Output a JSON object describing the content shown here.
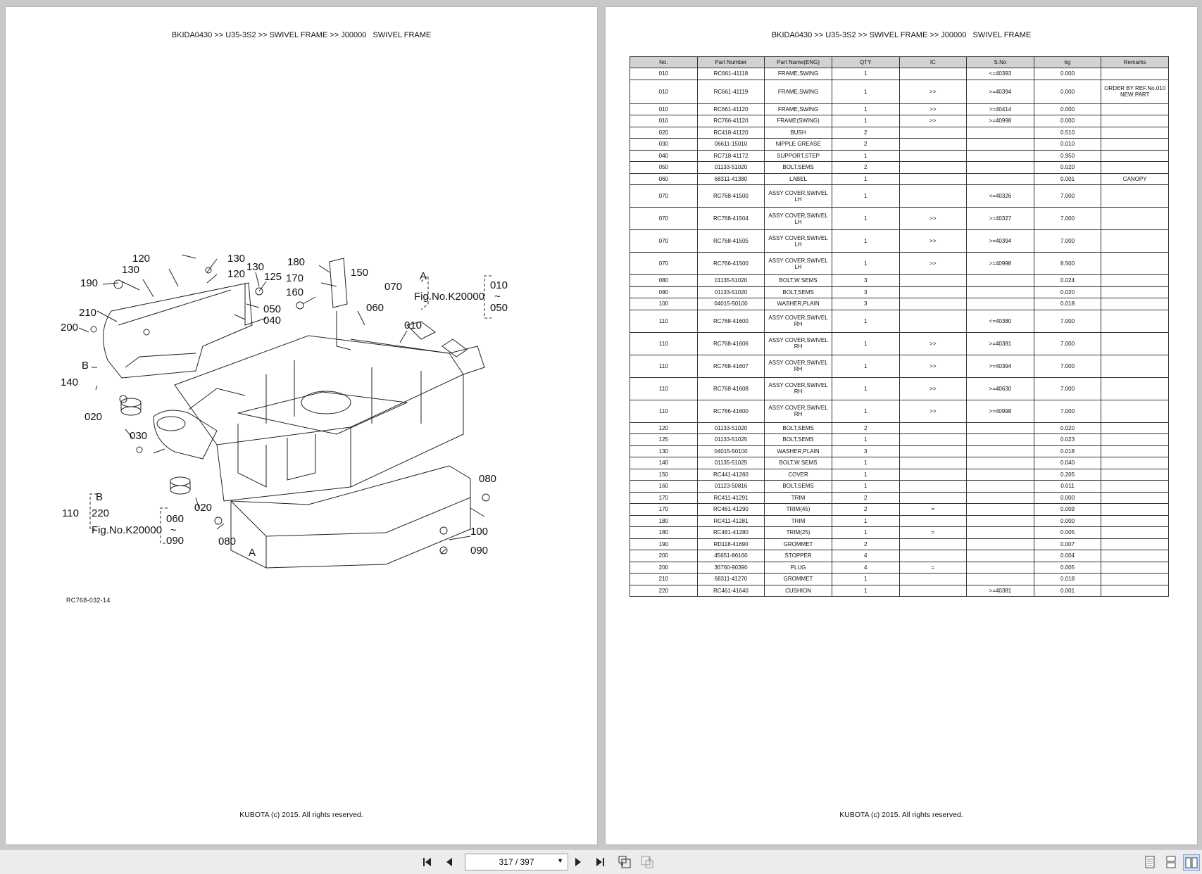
{
  "header": {
    "breadcrumb": "BKIDA0430 >> U35-3S2 >> SWIVEL FRAME >> J00000   SWIVEL FRAME"
  },
  "footer": {
    "copyright": "KUBOTA (c) 2015. All rights reserved."
  },
  "diagram": {
    "code": "RC768-032-14",
    "callouts": {
      "c220": "220",
      "c120a": "120",
      "c130a": "130",
      "c130b": "130",
      "c120b": "120",
      "c130c": "130",
      "c125": "125",
      "c180": "180",
      "c150": "150",
      "c170": "170",
      "c160": "160",
      "c050": "050",
      "c040": "040",
      "c190": "190",
      "c210": "210",
      "c200": "200",
      "cB": "B",
      "c140": "140",
      "c020a": "020",
      "c030": "030",
      "c070": "070",
      "cA": "A",
      "cFigA": "Fig.No.K20000",
      "c010": "010",
      "c010range": "010",
      "ctilde1": "~",
      "c050range": "050",
      "c060": "060",
      "c080a": "080",
      "cB2": "B",
      "c220b": "220",
      "c110": "110",
      "cFigB": "Fig.No.K20000",
      "c020b": "020",
      "c060range": "060",
      "ctilde2": "~",
      "c090range": "090",
      "c080b": "080",
      "cA2": "A",
      "c100": "100",
      "c090": "090"
    }
  },
  "table": {
    "columns": [
      "No.",
      "Part Number",
      "Part Name(ENG)",
      "QTY",
      "IC",
      "S.No",
      "kg",
      "Remarks"
    ],
    "rows": [
      [
        "010",
        "RC661-41118",
        "FRAME,SWING",
        "1",
        "",
        "<=40393",
        "0.000",
        ""
      ],
      [
        "010",
        "RC661-41119",
        "FRAME,SWING",
        "1",
        ">>",
        ">=40394",
        "0.000",
        "ORDER BY REF.No.010 NEW PART"
      ],
      [
        "010",
        "RC661-41120",
        "FRAME,SWING",
        "1",
        ">>",
        ">=40414",
        "0.000",
        ""
      ],
      [
        "010",
        "RC766-41120",
        "FRAME(SWING)",
        "1",
        ">>",
        ">=40998",
        "0.000",
        ""
      ],
      [
        "020",
        "RC418-41120",
        "BUSH",
        "2",
        "",
        "",
        "0.510",
        ""
      ],
      [
        "030",
        "06611-15010",
        "NIPPLE GREASE",
        "2",
        "",
        "",
        "0.010",
        ""
      ],
      [
        "040",
        "RC718-41172",
        "SUPPORT,STEP",
        "1",
        "",
        "",
        "0.950",
        ""
      ],
      [
        "050",
        "01133-51020",
        "BOLT,SEMS",
        "2",
        "",
        "",
        "0.020",
        ""
      ],
      [
        "060",
        "68311-41380",
        "LABEL",
        "1",
        "",
        "",
        "0.001",
        "CANOPY"
      ],
      [
        "070",
        "RC768-41500",
        "ASSY COVER,SWIVEL LH",
        "1",
        "",
        "<=40326",
        "7.000",
        ""
      ],
      [
        "070",
        "RC768-41504",
        "ASSY COVER,SWIVEL LH",
        "1",
        ">>",
        ">=40327",
        "7.000",
        ""
      ],
      [
        "070",
        "RC768-41505",
        "ASSY COVER,SWIVEL LH",
        "1",
        ">>",
        ">=40394",
        "7.000",
        ""
      ],
      [
        "070",
        "RC766-41500",
        "ASSY COVER,SWIVEL LH",
        "1",
        ">>",
        ">=40998",
        "8.500",
        ""
      ],
      [
        "080",
        "01135-51020",
        "BOLT,W SEMS",
        "3",
        "",
        "",
        "0.024",
        ""
      ],
      [
        "090",
        "01133-51020",
        "BOLT,SEMS",
        "3",
        "",
        "",
        "0.020",
        ""
      ],
      [
        "100",
        "04015-50100",
        "WASHER,PLAIN",
        "3",
        "",
        "",
        "0.018",
        ""
      ],
      [
        "110",
        "RC768-41600",
        "ASSY COVER,SWIVEL RH",
        "1",
        "",
        "<=40380",
        "7.000",
        ""
      ],
      [
        "110",
        "RC768-41606",
        "ASSY COVER,SWIVEL RH",
        "1",
        ">>",
        ">=40381",
        "7.000",
        ""
      ],
      [
        "110",
        "RC768-41607",
        "ASSY COVER,SWIVEL RH",
        "1",
        ">>",
        ">=40394",
        "7.000",
        ""
      ],
      [
        "110",
        "RC768-41608",
        "ASSY COVER,SWIVEL RH",
        "1",
        ">>",
        ">=40630",
        "7.000",
        ""
      ],
      [
        "110",
        "RC766-41600",
        "ASSY COVER,SWIVEL RH",
        "1",
        ">>",
        ">=40998",
        "7.000",
        ""
      ],
      [
        "120",
        "01133-51020",
        "BOLT,SEMS",
        "2",
        "",
        "",
        "0.020",
        ""
      ],
      [
        "125",
        "01133-51025",
        "BOLT,SEMS",
        "1",
        "",
        "",
        "0.023",
        ""
      ],
      [
        "130",
        "04015-50100",
        "WASHER,PLAIN",
        "3",
        "",
        "",
        "0.018",
        ""
      ],
      [
        "140",
        "01135-51025",
        "BOLT,W SEMS",
        "1",
        "",
        "",
        "0.040",
        ""
      ],
      [
        "150",
        "RC441-41260",
        "COVER",
        "1",
        "",
        "",
        "0.205",
        ""
      ],
      [
        "160",
        "01123-50816",
        "BOLT,SEMS",
        "1",
        "",
        "",
        "0.011",
        ""
      ],
      [
        "170",
        "RC411-41291",
        "TRIM",
        "2",
        "",
        "",
        "0.000",
        ""
      ],
      [
        "170",
        "RC461-41290",
        "TRIM(45)",
        "2",
        "=",
        "",
        "0.009",
        ""
      ],
      [
        "180",
        "RC411-41281",
        "TRIM",
        "1",
        "",
        "",
        "0.000",
        ""
      ],
      [
        "180",
        "RC461-41280",
        "TRIM(25)",
        "1",
        "=",
        "",
        "0.005",
        ""
      ],
      [
        "190",
        "RD118-41690",
        "GROMMET",
        "2",
        "",
        "",
        "0.007",
        ""
      ],
      [
        "200",
        "45651-86160",
        "STOPPER",
        "4",
        "",
        "",
        "0.004",
        ""
      ],
      [
        "200",
        "36760-90390",
        "PLUG",
        "4",
        "=",
        "",
        "0.005",
        ""
      ],
      [
        "210",
        "68311-41270",
        "GROMMET",
        "1",
        "",
        "",
        "0.018",
        ""
      ],
      [
        "220",
        "RC461-41640",
        "CUSHION",
        "1",
        "",
        ">=40381",
        "0.001",
        ""
      ]
    ]
  },
  "toolbar": {
    "page_indicator": "317 / 397",
    "icons": [
      "first-page-icon",
      "prev-page-icon",
      "next-page-icon",
      "last-page-icon",
      "go-back-view-icon",
      "go-forward-view-icon",
      "single-page-view-icon",
      "continuous-view-icon",
      "two-page-view-icon"
    ]
  }
}
